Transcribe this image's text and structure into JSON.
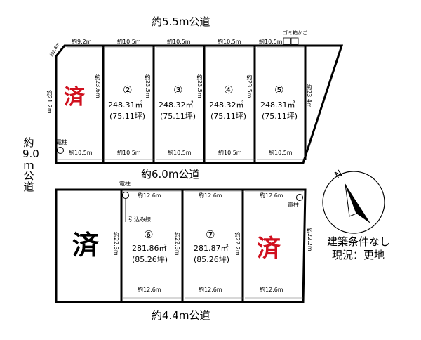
{
  "roads": {
    "north": "約5.5m公道",
    "middle": "約6.0m公道",
    "south": "約4.4m公道",
    "west_chars": [
      "約",
      "9.0",
      "ｍ",
      "公",
      "道"
    ]
  },
  "north_block": {
    "corner_cut": "約2.8m",
    "top_dims": [
      "約9.2m",
      "約10.5m",
      "約10.5m",
      "約10.5m",
      "約10.5m"
    ],
    "bottom_dims": [
      "約10.5m",
      "約10.5m",
      "約10.5m",
      "約10.5m",
      "約10.5m"
    ],
    "side_dims": [
      "約21.2m",
      "約23.6m",
      "約23.5m",
      "約23.5m",
      "約23.5m",
      "約23.4m"
    ],
    "lots": [
      {
        "status": "済"
      },
      {
        "number": "②",
        "area_m2": "248.31㎡",
        "area_tsubo": "(75.11坪)"
      },
      {
        "number": "③",
        "area_m2": "248.32㎡",
        "area_tsubo": "(75.11坪)"
      },
      {
        "number": "④",
        "area_m2": "248.32㎡",
        "area_tsubo": "(75.11坪)"
      },
      {
        "number": "⑤",
        "area_m2": "248.31㎡",
        "area_tsubo": "(75.11坪)"
      }
    ],
    "pole_label": "電柱",
    "garbage_label": "ゴミ箱かご"
  },
  "south_block": {
    "top_dims": [
      "約12.6m",
      "約12.6m",
      "約12.6m"
    ],
    "bottom_dims": [
      "約12.6m",
      "約12.6m",
      "約12.6m"
    ],
    "side_dims": [
      "約22.3m",
      "約22.3m",
      "約22.2m",
      "約22.2m"
    ],
    "lots": [
      {
        "status": "済"
      },
      {
        "number": "⑥",
        "area_m2": "281.86㎡",
        "area_tsubo": "(85.26坪)"
      },
      {
        "number": "⑦",
        "area_m2": "281.87㎡",
        "area_tsubo": "(85.26坪)"
      },
      {
        "status": "済"
      }
    ],
    "pole_label_left": "電柱",
    "pole_label_right": "電柱",
    "drop_line_label": "引込み線"
  },
  "compass": {
    "label": "N"
  },
  "notes": {
    "line1": "建築条件なし",
    "line2": "現況：更地"
  }
}
